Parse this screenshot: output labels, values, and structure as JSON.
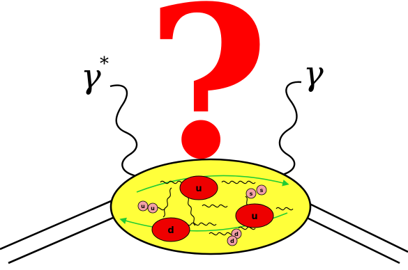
{
  "question_mark": "?",
  "colors": {
    "question": "#ff0000",
    "disk_fill": "#ffff3a",
    "disk_stroke": "#000000",
    "valence_quark": "#ee0000",
    "sea_quark": "#f2a0a6",
    "flow_arrow": "#22cc33",
    "gluon": "#000000"
  },
  "incoming_photon": {
    "symbol": "γ",
    "superscript": "*"
  },
  "outgoing_photon": {
    "symbol": "γ",
    "superscript": ""
  },
  "valence_quarks": [
    {
      "label": "u"
    },
    {
      "label": "u"
    },
    {
      "label": "d"
    }
  ],
  "sea_quarks": [
    {
      "label": "s"
    },
    {
      "label": "s"
    },
    {
      "label": "u"
    },
    {
      "label": "u"
    },
    {
      "label": "d"
    },
    {
      "label": "d"
    }
  ]
}
